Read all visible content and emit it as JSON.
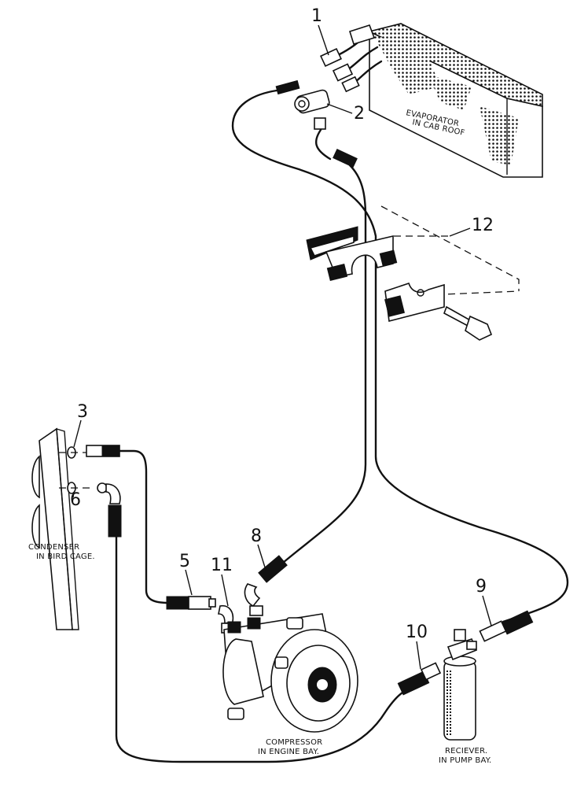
{
  "callouts": [
    "1",
    "2",
    "3",
    "5",
    "6",
    "8",
    "9",
    "10",
    "11",
    "12"
  ],
  "captions": {
    "evaporator": {
      "line1": "EVAPORATOR",
      "line2": "IN CAB ROOF"
    },
    "condenser": {
      "line1": "CONDENSER",
      "line2": "IN BIRD CAGE."
    },
    "compressor": {
      "line1": "COMPRESSOR",
      "line2": "IN ENGINE BAY."
    },
    "receiver": {
      "line1": "RECIEVER.",
      "line2": "IN PUMP BAY."
    }
  }
}
